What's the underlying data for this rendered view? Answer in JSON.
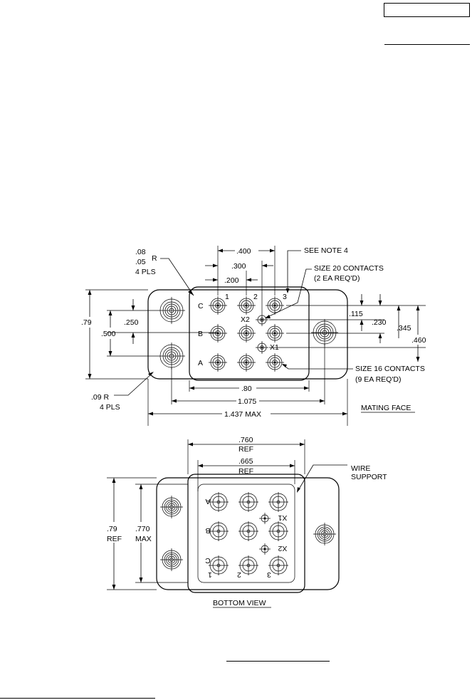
{
  "mating_face": {
    "view_label": "MATING FACE",
    "corner_radius_top": ".08",
    "corner_radius_mid": ".05",
    "corner_radius_r": "R",
    "corner_radius_qty": "4 PLS",
    "mount_radius": ".09 R",
    "mount_radius_qty": "4 PLS",
    "dims": {
      "d400": ".400",
      "d300": ".300",
      "d200": ".200",
      "height": ".79",
      "d250": ".250",
      "d500": ".500",
      "d115": ".115",
      "d230": ".230",
      "d345": ".345",
      "d460": ".460",
      "d80": ".80",
      "d1075": "1.075",
      "d1437": "1.437 MAX"
    },
    "notes": {
      "see_note": "SEE NOTE 4",
      "size20_line1": "SIZE 20 CONTACTS",
      "size20_line2": "(2 EA REQ'D)",
      "size16_line1": "SIZE 16 CONTACTS",
      "size16_line2": "(9 EA REQ'D)"
    },
    "contact_labels": {
      "col1": "1",
      "col2": "2",
      "col3": "3",
      "rowC": "C",
      "rowB": "B",
      "rowA": "A",
      "x1": "X1",
      "x2": "X2"
    }
  },
  "bottom_view": {
    "view_label": "BOTTOM VIEW",
    "d760": ".760",
    "d760_ref": "REF",
    "d665": ".665",
    "d665_ref": "REF",
    "wire_support_1": "WIRE",
    "wire_support_2": "SUPPORT",
    "height": ".79",
    "height_ref": "REF",
    "d770": ".770",
    "d770_max": "MAX",
    "contact_labels": {
      "A": "A",
      "B": "B",
      "C": "C",
      "n1": "1",
      "n2": "2",
      "n3": "3",
      "x1": "X1",
      "x2": "X2"
    }
  }
}
